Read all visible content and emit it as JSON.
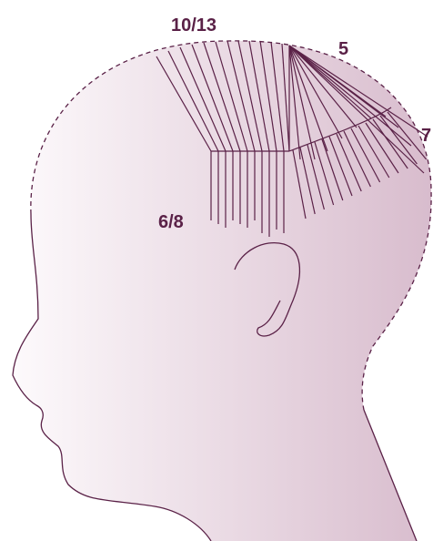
{
  "diagram": {
    "labels": {
      "top": "10/13",
      "crown": "5",
      "back": "7",
      "side": "6/8"
    },
    "colors": {
      "line": "#5a2147",
      "fill_light": "#fbf6f9",
      "fill_dark": "#d8bccd",
      "label": "#5a2147"
    }
  }
}
